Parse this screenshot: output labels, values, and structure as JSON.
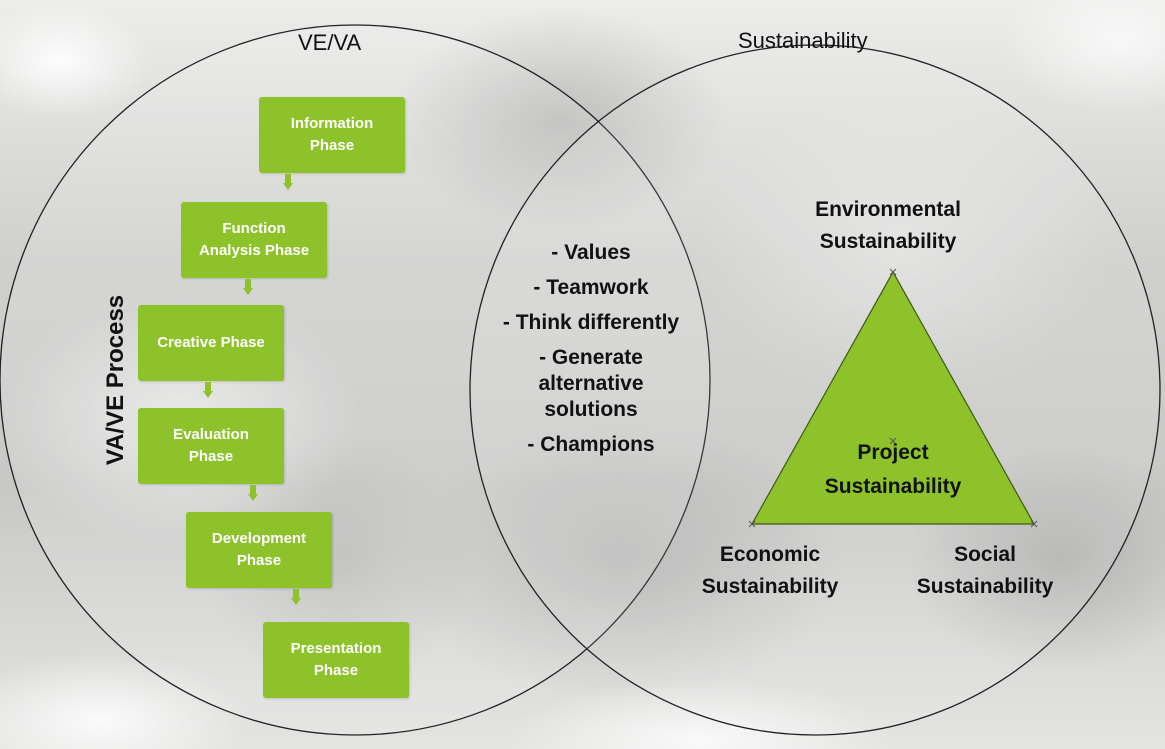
{
  "circle_titles": {
    "left": "VE/VA",
    "right": "Sustainability"
  },
  "process_label": "VA/VE Process",
  "phases": [
    {
      "line1": "Information",
      "line2": "Phase"
    },
    {
      "line1": "Function",
      "line2": "Analysis Phase"
    },
    {
      "line1": "Creative Phase",
      "line2": ""
    },
    {
      "line1": "Evaluation",
      "line2": "Phase"
    },
    {
      "line1": "Development",
      "line2": "Phase"
    },
    {
      "line1": "Presentation",
      "line2": "Phase"
    }
  ],
  "overlap_items": [
    "- Values",
    "- Teamwork",
    "- Think differently",
    "- Generate alternative solutions",
    "- Champions"
  ],
  "triangle": {
    "top": {
      "line1": "Environmental",
      "line2": "Sustainability"
    },
    "center": {
      "line1": "Project",
      "line2": "Sustainability"
    },
    "bottom_left": {
      "line1": "Economic",
      "line2": "Sustainability"
    },
    "bottom_right": {
      "line1": "Social",
      "line2": "Sustainability"
    }
  },
  "colors": {
    "phase_green": "#8dc22a",
    "triangle_green": "#8dc22a",
    "circle_stroke": "#222222"
  }
}
